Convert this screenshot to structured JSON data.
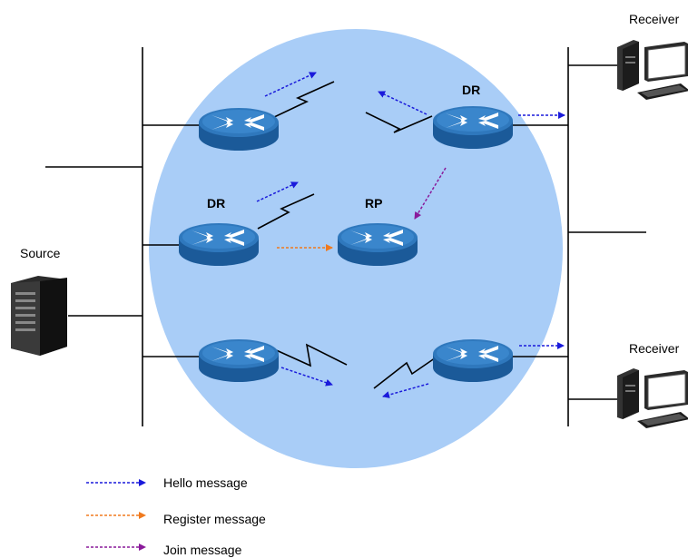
{
  "labels": {
    "source": "Source",
    "receiver_top": "Receiver",
    "receiver_bottom": "Receiver",
    "dr_top_right": "DR",
    "dr_middle_left": "DR",
    "rp": "RP"
  },
  "legend": [
    {
      "label": "Hello message",
      "color": "#1a1adb"
    },
    {
      "label": "Register message",
      "color": "#f07a1e"
    },
    {
      "label": "Join message",
      "color": "#8a1a9a"
    }
  ],
  "colors": {
    "domain_fill": "#a9cdf7",
    "router_top": "#2f78bd",
    "router_side": "#1b5a99",
    "line": "#000000"
  },
  "icons": {
    "router": "router-icon",
    "server": "server-icon",
    "pc": "desktop-pc-icon"
  }
}
